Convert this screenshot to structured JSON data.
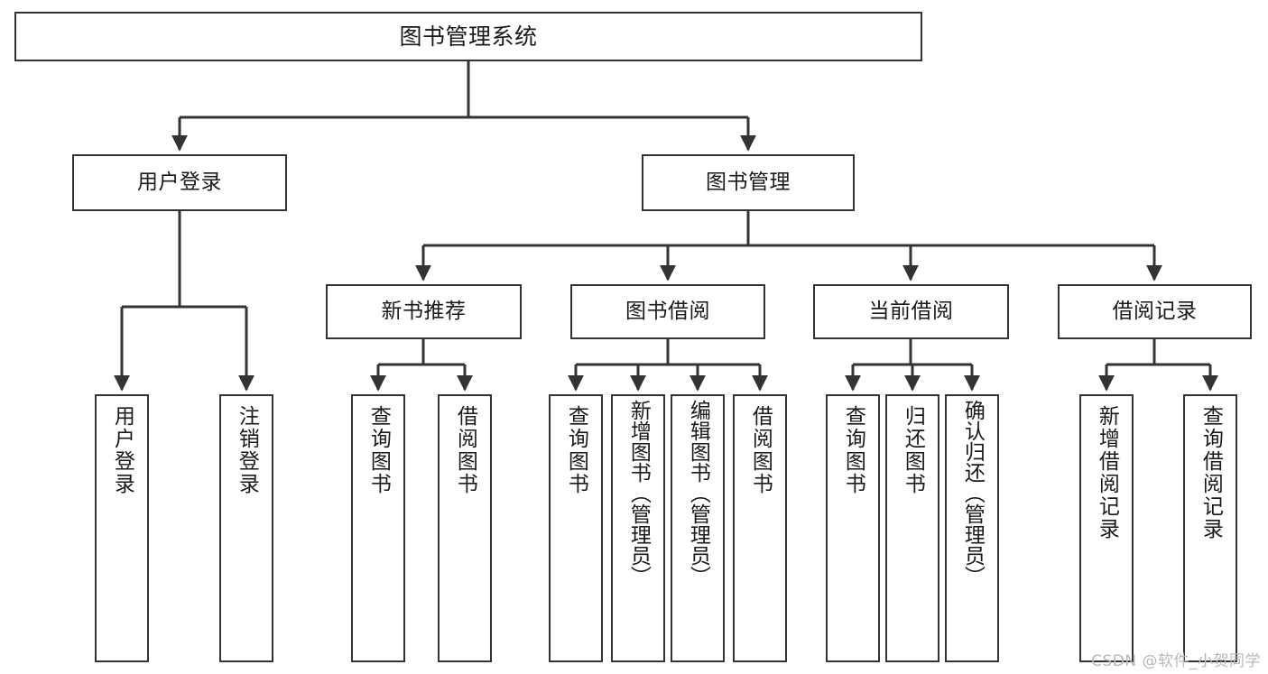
{
  "diagram": {
    "title": "图书管理系统",
    "watermark": "CSDN @软件_小贺同学",
    "colors": {
      "node_border": "#333333",
      "node_fill": "#ffffff",
      "edge": "#333333",
      "text": "#1a1a1a",
      "watermark": "#b9b9b9"
    },
    "root": {
      "label": "图书管理系统"
    },
    "level1": [
      {
        "label": "用户登录"
      },
      {
        "label": "图书管理"
      }
    ],
    "level2": [
      {
        "label": "新书推荐"
      },
      {
        "label": "图书借阅"
      },
      {
        "label": "当前借阅"
      },
      {
        "label": "借阅记录"
      }
    ],
    "leaves": {
      "user_login": [
        {
          "label": "用户登录"
        },
        {
          "label": "注销登录"
        }
      ],
      "new_book_rec": [
        {
          "label": "查询图书"
        },
        {
          "label": "借阅图书"
        }
      ],
      "book_borrow": [
        {
          "label": "查询图书"
        },
        {
          "label": "新增图书（管理员）"
        },
        {
          "label": "编辑图书（管理员）"
        },
        {
          "label": "借阅图书"
        }
      ],
      "cur_borrow": [
        {
          "label": "查询图书"
        },
        {
          "label": "归还图书"
        },
        {
          "label": "确认归还（管理员）"
        }
      ],
      "borrow_rec": [
        {
          "label": "新增借阅记录"
        },
        {
          "label": "查询借阅记录"
        }
      ]
    }
  }
}
